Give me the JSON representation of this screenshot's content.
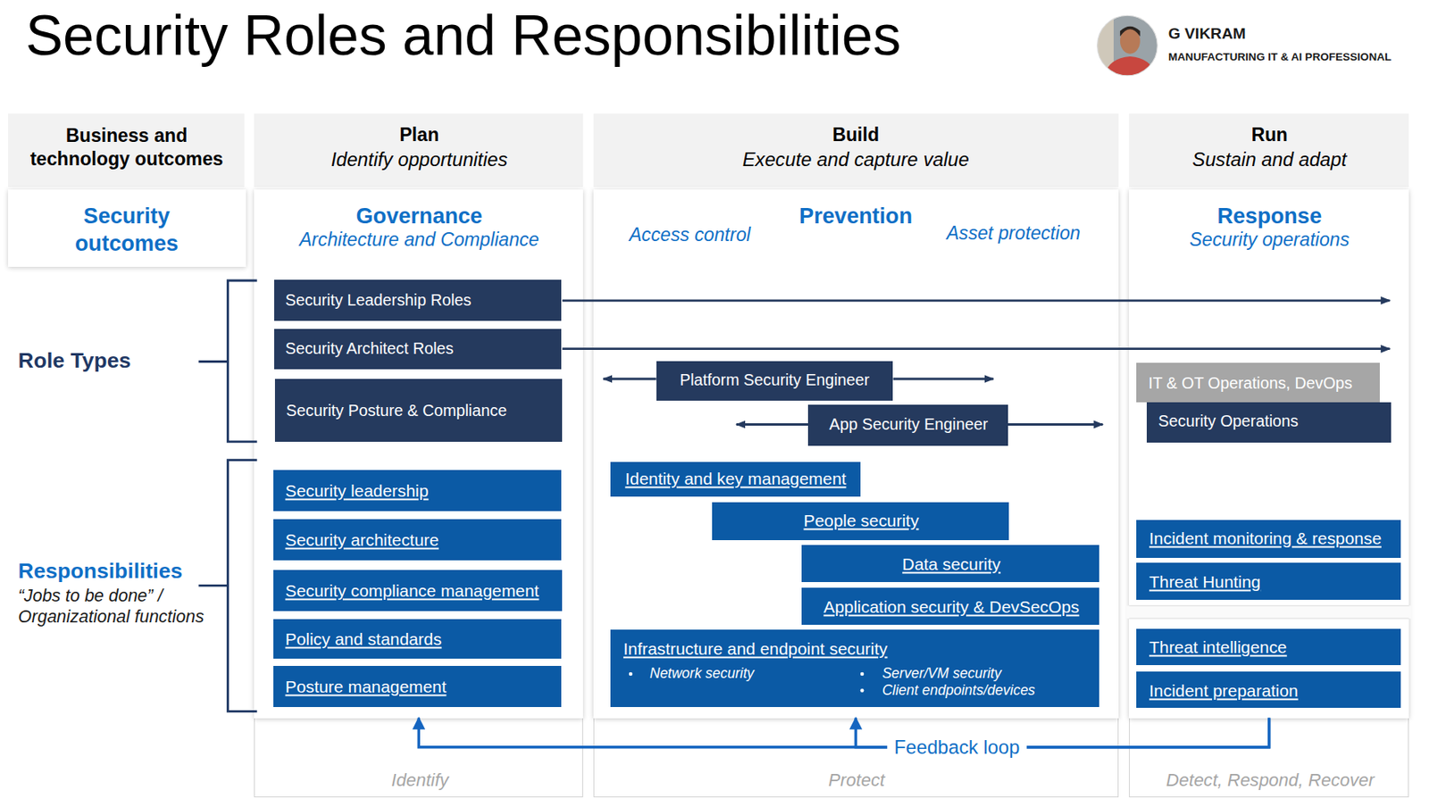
{
  "diagram": {
    "title": "Security Roles and Responsibilities",
    "nodes": [
      {
        "text": [
          "Business and technology outcomes"
        ]
      },
      {
        "text": [
          "Plan",
          "Identify opportunities"
        ]
      },
      {
        "text": [
          "Build",
          "Execute and capture value"
        ]
      },
      {
        "text": [
          "Run",
          "Sustain and adapt"
        ]
      },
      {
        "text": [
          "Security outcomes"
        ]
      },
      {
        "text": [
          "Governance",
          "Architecture and Compliance"
        ]
      },
      {
        "text": [
          "Security Leadership Roles"
        ],
        "in": 5
      },
      {
        "text": [
          "Security Architect Roles"
        ],
        "in": 5
      },
      {
        "text": [
          "Security Posture & Compliance"
        ],
        "in": 5
      },
      {
        "text": [
          "Security leadership"
        ],
        "in": 5
      },
      {
        "text": [
          "Security architecture"
        ],
        "in": 5
      },
      {
        "text": [
          "Security compliance management"
        ],
        "in": 5
      },
      {
        "text": [
          "Policy and standards"
        ],
        "in": 5
      },
      {
        "text": [
          "Posture management"
        ],
        "in": 5
      },
      {
        "text": [
          "Prevention",
          "Access control",
          "Asset protection"
        ]
      },
      {
        "text": [
          "Platform Security Engineer"
        ],
        "in": 14
      },
      {
        "text": [
          "App Security Engineer"
        ],
        "in": 14
      },
      {
        "text": [
          "Identity and key management"
        ],
        "in": 14
      },
      {
        "text": [
          "People security"
        ],
        "in": 14
      },
      {
        "text": [
          "Data security"
        ],
        "in": 14
      },
      {
        "text": [
          "Application security & DevSecOps"
        ],
        "in": 14
      },
      {
        "text": [
          "Infrastructure and endpoint security",
          "Network security",
          "Server/VM security",
          "Client endpoints/devices"
        ],
        "in": 14
      },
      {
        "text": [
          "Response",
          "Security operations"
        ]
      },
      {
        "text": [
          "IT & OT Operations, DevOps"
        ],
        "in": 22
      },
      {
        "text": [
          "Security Operations"
        ],
        "in": 22
      },
      {
        "text": [
          "Incident monitoring & response"
        ],
        "in": 22
      },
      {
        "text": [
          "Threat Hunting"
        ],
        "in": 22
      },
      {
        "text": [
          "Threat intelligence"
        ],
        "in": 22
      },
      {
        "text": [
          "Incident preparation"
        ],
        "in": 22
      },
      {
        "text": [
          "Identify"
        ]
      },
      {
        "text": [
          "Protect"
        ]
      },
      {
        "text": [
          "Detect, Respond, Recover"
        ]
      }
    ],
    "edges": [
      {
        "from": 22,
        "to": 5,
        "arrow": "to"
      },
      {
        "from": 22,
        "to": 14,
        "arrow": "to",
        "label": "Feedback loop"
      }
    ],
    "labels": [
      "G VIKRAM",
      "MANUFACTURING IT & AI PROFESSIONAL",
      "Role Types",
      "Responsibilities",
      "“Jobs to be done” / Organizational functions"
    ]
  }
}
